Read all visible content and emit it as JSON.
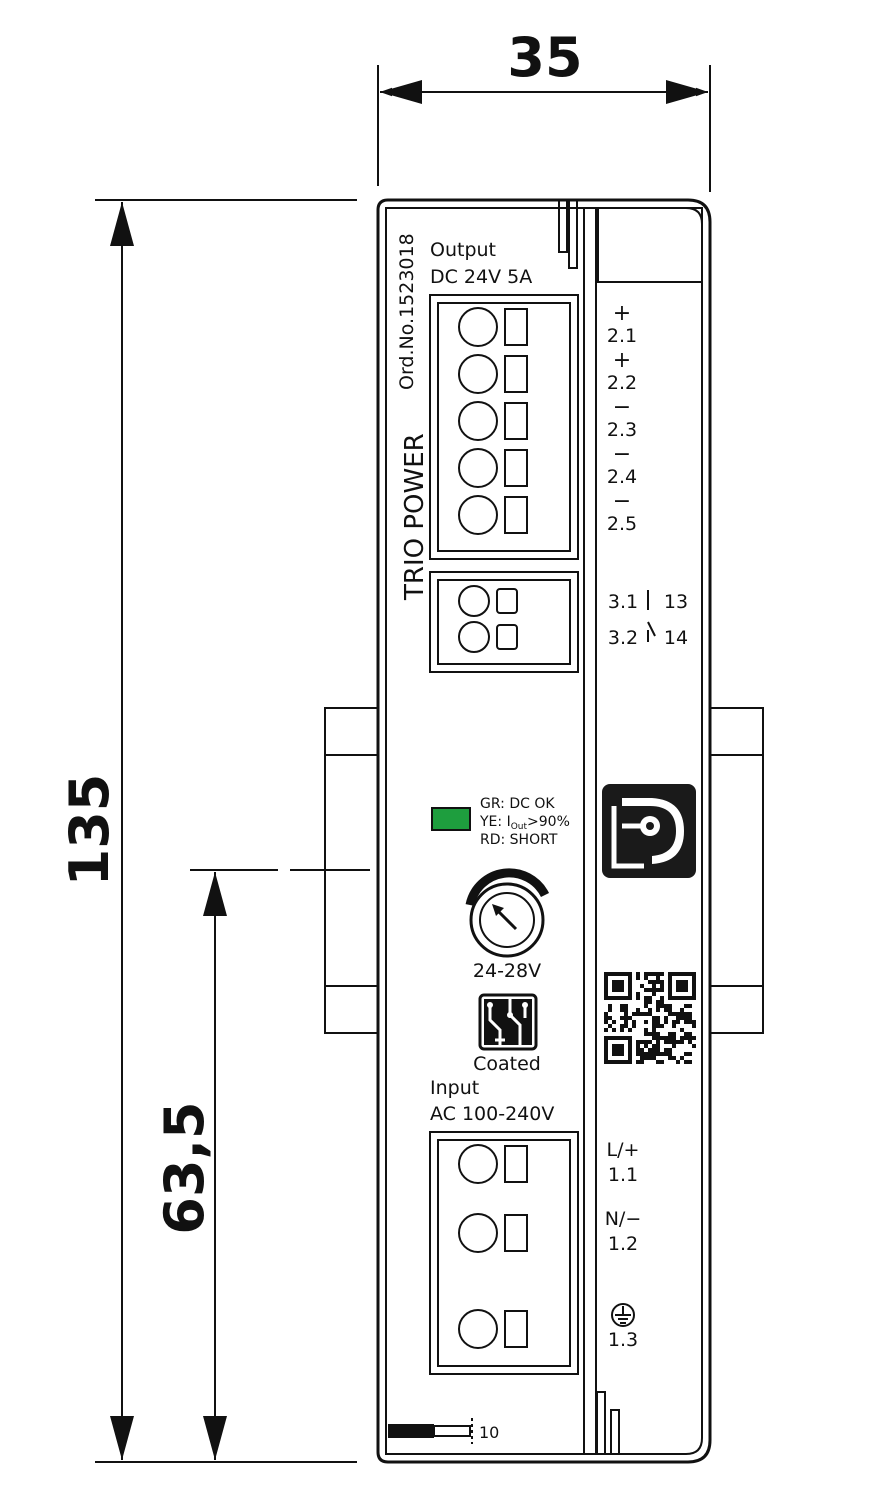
{
  "dimensions": {
    "width": "35",
    "height": "135",
    "din_rail_center": "63,5",
    "strip_length": "10"
  },
  "device": {
    "brand_line": "TRIO POWER",
    "order_number": "Ord.No.1523018",
    "output_title": "Output",
    "output_rating": "DC 24V 5A",
    "output_terminals": [
      {
        "sign": "+",
        "id": "2.1"
      },
      {
        "sign": "+",
        "id": "2.2"
      },
      {
        "sign": "−",
        "id": "2.3"
      },
      {
        "sign": "−",
        "id": "2.4"
      },
      {
        "sign": "−",
        "id": "2.5"
      }
    ],
    "relay_terminals": [
      {
        "left": "3.1",
        "right": "13"
      },
      {
        "left": "3.2",
        "right": "14"
      }
    ],
    "led_legend": {
      "green": "GR: DC OK",
      "yellow_prefix": "YE: I",
      "yellow_sub": "Out",
      "yellow_suffix": ">90%",
      "red": "RD: SHORT"
    },
    "potentiometer_range": "24-28V",
    "coating_label": "Coated",
    "input_title": "Input",
    "input_rating": "AC 100-240V",
    "input_terminals": [
      {
        "top": "L/+",
        "id": "1.1"
      },
      {
        "top": "N/−",
        "id": "1.2"
      },
      {
        "top": "ground-symbol",
        "id": "1.3"
      }
    ],
    "colors": {
      "led_green": "#1e9e3e",
      "outline": "#111111",
      "logo": "#1a1a1a"
    }
  }
}
